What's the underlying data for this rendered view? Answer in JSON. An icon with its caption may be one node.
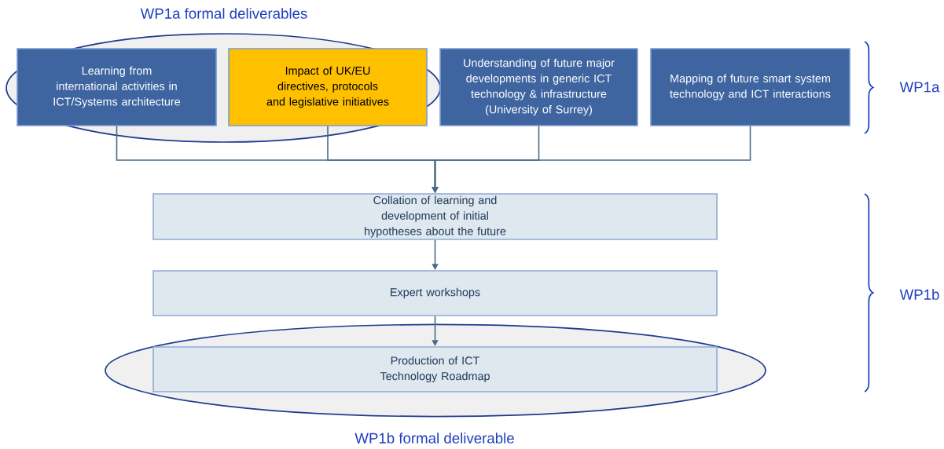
{
  "diagram": {
    "nodes": [
      {
        "text": [
          "WP1a formal deliverables"
        ]
      },
      {
        "text": [
          "Learning from international activities in ICT/Systems architecture"
        ],
        "in": 0
      },
      {
        "text": [
          "Impact of UK/EU directives, protocols and legislative initiatives"
        ],
        "in": 0
      },
      {
        "text": [
          "Understanding of future major developments in generic ICT technology & infrastructure (University of Surrey)"
        ]
      },
      {
        "text": [
          "Mapping of future smart system technology and ICT interactions"
        ]
      },
      {
        "text": [
          "Collation of learning and development of initial hypotheses about the future"
        ]
      },
      {
        "text": [
          "Expert workshops"
        ]
      },
      {
        "text": [
          "WP1b formal deliverable"
        ]
      },
      {
        "text": [
          "Production of ICT Technology Roadmap"
        ],
        "in": 7
      }
    ],
    "edges": [
      {
        "from": 1,
        "to": 5,
        "arrow": "to"
      },
      {
        "from": 2,
        "to": 5,
        "arrow": "to"
      },
      {
        "from": 3,
        "to": 5,
        "arrow": "to"
      },
      {
        "from": 4,
        "to": 5,
        "arrow": "to"
      },
      {
        "from": 5,
        "to": 6,
        "arrow": "to"
      },
      {
        "from": 6,
        "to": 8,
        "arrow": "to"
      }
    ],
    "labels": [
      "WP1a",
      "WP1b"
    ]
  }
}
